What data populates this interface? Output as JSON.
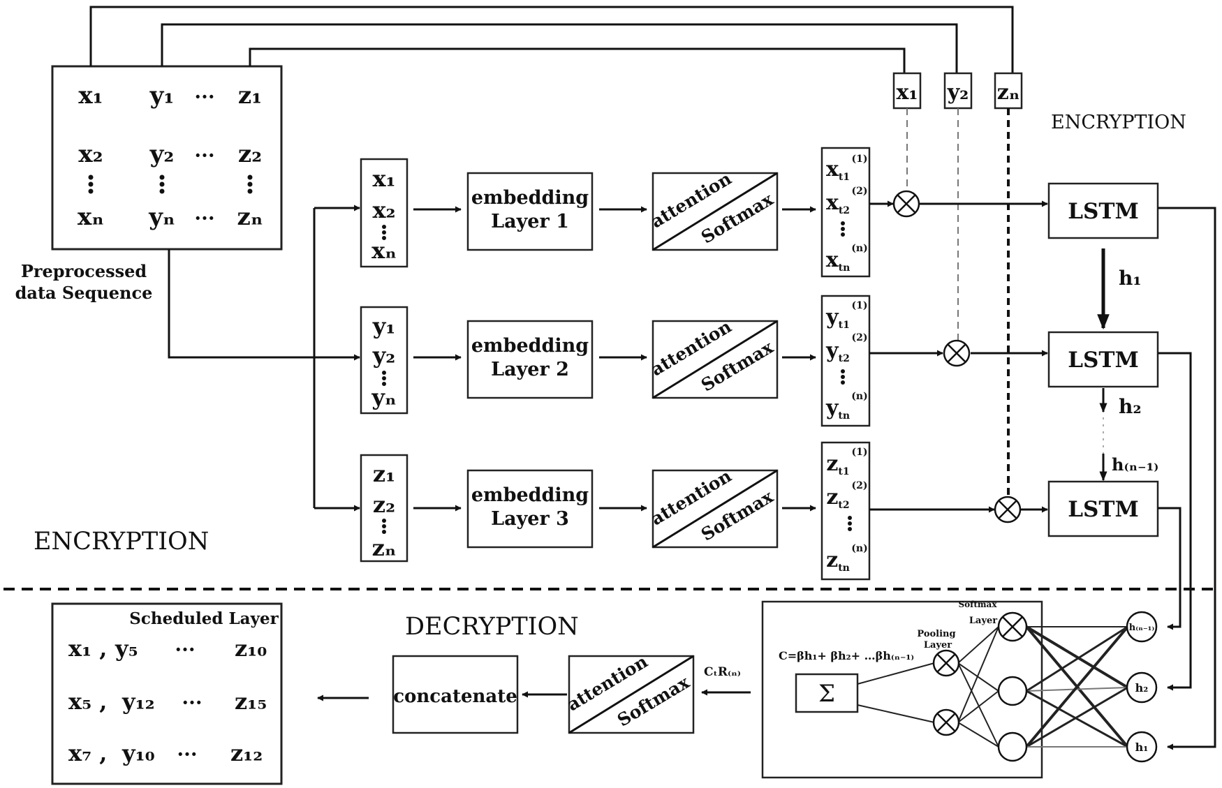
{
  "input_matrix": {
    "rows": [
      [
        "x₁",
        "y₁",
        "···",
        "z₁"
      ],
      [
        "x₂",
        "y₂",
        "···",
        "z₂"
      ],
      [
        "xₙ",
        "yₙ",
        "···",
        "zₙ"
      ]
    ],
    "caption_line1": "Preprocessed",
    "caption_line2": "data  Sequence"
  },
  "tokens": {
    "x1": "x₁",
    "y2": "y₂",
    "zn": "zₙ"
  },
  "branches": [
    {
      "inputs": [
        "x₁",
        "x₂",
        "xₙ"
      ],
      "embed_line1": "embedding",
      "embed_line2": "Layer 1",
      "attn": "attention",
      "softmax": "Softmax",
      "outputs": [
        [
          "x",
          "t1",
          "(1)"
        ],
        [
          "x",
          "t2",
          "(2)"
        ],
        [
          "x",
          "tn",
          "(n)"
        ]
      ]
    },
    {
      "inputs": [
        "y₁",
        "y₂",
        "yₙ"
      ],
      "embed_line1": "embedding",
      "embed_line2": "Layer 2",
      "attn": "attention",
      "softmax": "Softmax",
      "outputs": [
        [
          "y",
          "t1",
          "(1)"
        ],
        [
          "y",
          "t2",
          "(2)"
        ],
        [
          "y",
          "tn",
          "(n)"
        ]
      ]
    },
    {
      "inputs": [
        "z₁",
        "z₂",
        "zₙ"
      ],
      "embed_line1": "embedding",
      "embed_line2": "Layer 3",
      "attn": "attention",
      "softmax": "Softmax",
      "outputs": [
        [
          "z",
          "t1",
          "(1)"
        ],
        [
          "z",
          "t2",
          "(2)"
        ],
        [
          "z",
          "tn",
          "(n)"
        ]
      ]
    }
  ],
  "lstm_label": "LSTM",
  "hidden": {
    "h1": "h₁",
    "h2": "h₂",
    "hn1": "h₍ₙ₋₁₎"
  },
  "labels": {
    "encryption_top": "ENCRYPTION",
    "encryption_left": "ENCRYPTION",
    "decryption": "DECRYPTION"
  },
  "network": {
    "formula": "C=βh₁+ βh₂+ …βh₍ₙ₋₁₎",
    "sum_symbol": "Σ",
    "pooling_line1": "Pooling",
    "pooling_line2": "Layer",
    "softmax_line1": "Softmax",
    "softmax_line2": "Layer",
    "inputs": [
      "h₍ₙ₋₁₎",
      "h₂",
      "h₁"
    ]
  },
  "decoder": {
    "ctr_label": "CₜR₍ₙ₎",
    "attn": "attention",
    "softmax": "Softmax",
    "concat": "concatenate"
  },
  "scheduled": {
    "title": "Scheduled Layer",
    "rows": [
      [
        "x₁ ,",
        "y₅",
        "···",
        "z₁₀"
      ],
      [
        "x₅ ,",
        "y₁₂",
        "···",
        "z₁₅"
      ],
      [
        "x₇ ,",
        "y₁₀",
        "···",
        "z₁₂"
      ]
    ]
  }
}
